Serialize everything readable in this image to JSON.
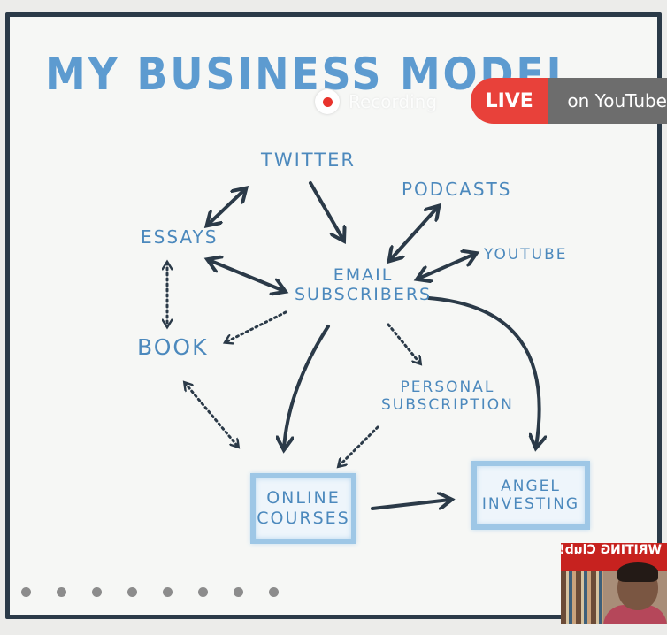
{
  "board": {
    "title": "MY BUSINESS MODEL",
    "nodes": {
      "twitter": "TWITTER",
      "podcasts": "PODCASTS",
      "essays": "ESSAYS",
      "youtube": "YOUTUBE",
      "email": "EMAIL\nSUBSCRIBERS",
      "book": "BOOK",
      "personal": "PERSONAL\nSUBSCRIPTION",
      "online": "ONLINE\nCOURSES",
      "angel": "ANGEL\nINVESTING"
    },
    "colors": {
      "ink": "#2b3a48",
      "label": "#4c89bd",
      "title": "#5d9bd0",
      "box": "#9ec7e6"
    }
  },
  "stream": {
    "recording_label": "Recording",
    "live_badge": "LIVE",
    "live_text": "on YouTube",
    "live_color": "#e8413a"
  },
  "pagination": {
    "dots": 8
  },
  "webcam": {
    "banner_text": "WRITING Club!"
  }
}
